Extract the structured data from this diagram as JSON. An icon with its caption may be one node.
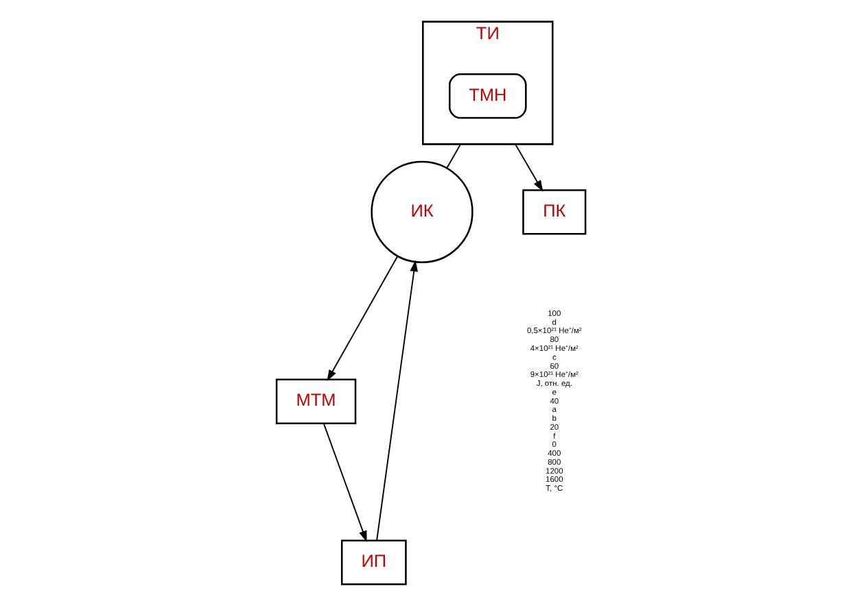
{
  "diagram": {
    "nodes": [
      {
        "text": [
          "ТИ"
        ]
      },
      {
        "text": [
          "ТМН"
        ],
        "in": 0
      },
      {
        "text": [
          "ИК"
        ]
      },
      {
        "text": [
          "МТМ"
        ]
      },
      {
        "text": [
          "ИП"
        ]
      },
      {
        "text": [
          "ПК"
        ]
      }
    ],
    "edges": [
      {
        "from": 0,
        "to": 2,
        "arrow": "none"
      },
      {
        "from": 0,
        "to": 5,
        "arrow": "to"
      },
      {
        "from": 2,
        "to": 3,
        "arrow": "to"
      },
      {
        "from": 3,
        "to": 4,
        "arrow": "to"
      },
      {
        "from": 4,
        "to": 2,
        "arrow": "to"
      }
    ],
    "labels": [
      "100",
      "d",
      "0,5×10²¹ He⁺/м²",
      "80",
      "4×10²¹ He⁺/м²",
      "c",
      "60",
      "9×10²¹ He⁺/м²",
      "J, отн. ед.",
      "e",
      "40",
      "a",
      "b",
      "20",
      "f",
      "0",
      "400",
      "800",
      "1200",
      "1600",
      "T, °C"
    ]
  }
}
